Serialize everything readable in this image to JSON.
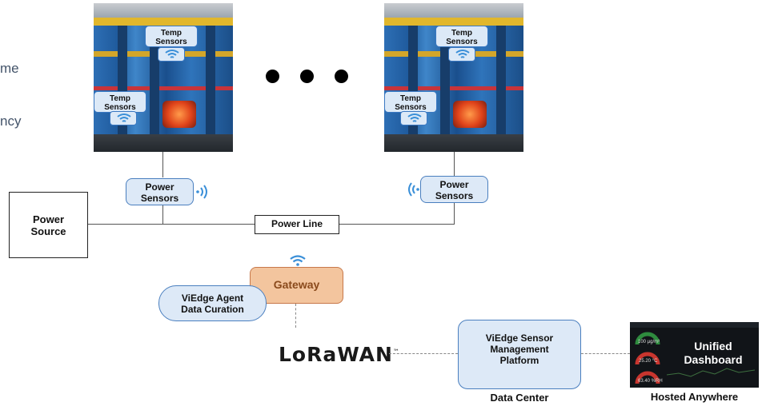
{
  "side_text": {
    "line1": "me",
    "line2": "ncy"
  },
  "machines": [
    {
      "top_sensor": "Temp Sensors",
      "side_sensor": "Temp Sensors"
    },
    {
      "top_sensor": "Temp Sensors",
      "side_sensor": "Temp Sensors"
    }
  ],
  "power_sensors": [
    {
      "label": "Power Sensors"
    },
    {
      "label": "Power Sensors"
    }
  ],
  "power_source": {
    "label": "Power Source"
  },
  "power_line": {
    "label": "Power Line"
  },
  "gateway": {
    "label": "Gateway"
  },
  "agent": {
    "label": "ViEdge Agent Data Curation"
  },
  "lorawan": {
    "label": "LoRaWAN",
    "tm": "™"
  },
  "platform": {
    "label": "ViEdge Sensor Management Platform"
  },
  "captions": {
    "data_center": "Data Center",
    "hosted": "Hosted Anywhere"
  },
  "dashboard": {
    "title": "Unified Dashboard",
    "gauges": [
      "100 µg/m³",
      "25.20 °C",
      "63.40 %RH"
    ]
  },
  "colors": {
    "sensor_fill": "#dde9f7",
    "sensor_border": "#4a7fbf",
    "gateway_fill": "#f3c59e",
    "gateway_text": "#8a4a1c",
    "wifi": "#3a8fd8"
  }
}
